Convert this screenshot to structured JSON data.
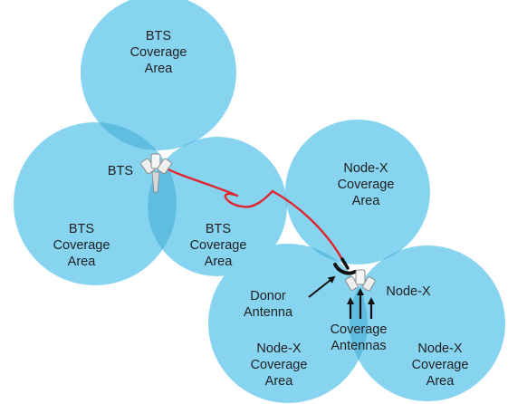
{
  "diagram": {
    "colors": {
      "coverage_fill": "#87d4f1",
      "overlap_fill": "#5fbde0",
      "link_line": "#e0262c",
      "label_text": "#1f1f1f",
      "equipment": "#e9e9e9"
    },
    "bts_label": "BTS",
    "coverage_areas": {
      "bts_top": [
        "BTS",
        "Coverage",
        "Area"
      ],
      "bts_left": [
        "BTS",
        "Coverage",
        "Area"
      ],
      "bts_right": [
        "BTS",
        "Coverage",
        "Area"
      ],
      "nodex_top": [
        "Node-X",
        "Coverage",
        "Area"
      ],
      "nodex_bottom_left": [
        "Node-X",
        "Coverage",
        "Area"
      ],
      "nodex_bottom_right": [
        "Node-X",
        "Coverage",
        "Area"
      ]
    },
    "node_x_label": "Node-X",
    "donor_antenna_label": [
      "Donor",
      "Antenna"
    ],
    "coverage_antennas_label": [
      "Coverage",
      "Antennas"
    ]
  }
}
